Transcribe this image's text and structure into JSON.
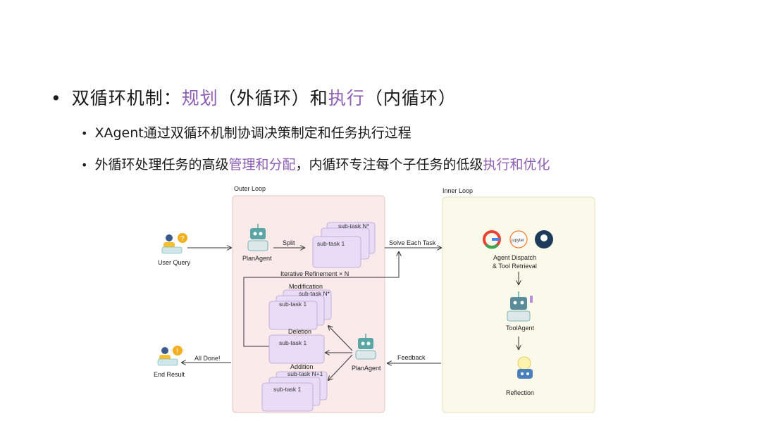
{
  "bullets": {
    "main": {
      "prefix": "双循环机制：",
      "hl1": "规划",
      "mid": "（外循环）和",
      "hl2": "执行",
      "suffix": "（内循环）"
    },
    "sub1": {
      "text": "XAgent通过双循环机制协调决策制定和任务执行过程"
    },
    "sub2": {
      "prefix": "外循环处理任务的高级",
      "hl1": "管理和分配",
      "mid": "，内循环专注每个子任务的低级",
      "hl2": "执行和优化"
    }
  },
  "diagram": {
    "outer_loop_label": "Outer Loop",
    "inner_loop_label": "Inner Loop",
    "user_query": "User Query",
    "plan_agent": "PlanAgent",
    "split": "Split",
    "subtask_n": "sub-task N*",
    "subtask_1": "sub-task 1",
    "solve_each_task": "Solve Each Task",
    "iterative_refinement": "Iterative Refinement × N",
    "modification": "Modification",
    "subtask_n_mod": "sub-task N*",
    "deletion": "Deletion",
    "addition": "Addition",
    "subtask_n1": "sub-task N+1",
    "plan_agent_2": "PlanAgent",
    "feedback": "Feedback",
    "all_done": "All Done!",
    "end_result": "End Result",
    "agent_dispatch_1": "Agent Dispatch",
    "agent_dispatch_2": "& Tool Retrieval",
    "jupyter": "jupyter",
    "tool_agent": "ToolAgent",
    "reflection": "Reflection"
  },
  "colors": {
    "highlight": "#8e5fb3",
    "outer_loop_bg": "#fbeaea",
    "inner_loop_bg": "#fbf9ea",
    "task_card": "#e9dcf7",
    "robot": "#5aa6a6"
  },
  "icons": [
    "user-icon",
    "question-badge-icon",
    "robot-icon",
    "google-icon",
    "jupyter-icon",
    "octopus-icon",
    "lightbulb-icon",
    "info-badge-icon"
  ]
}
